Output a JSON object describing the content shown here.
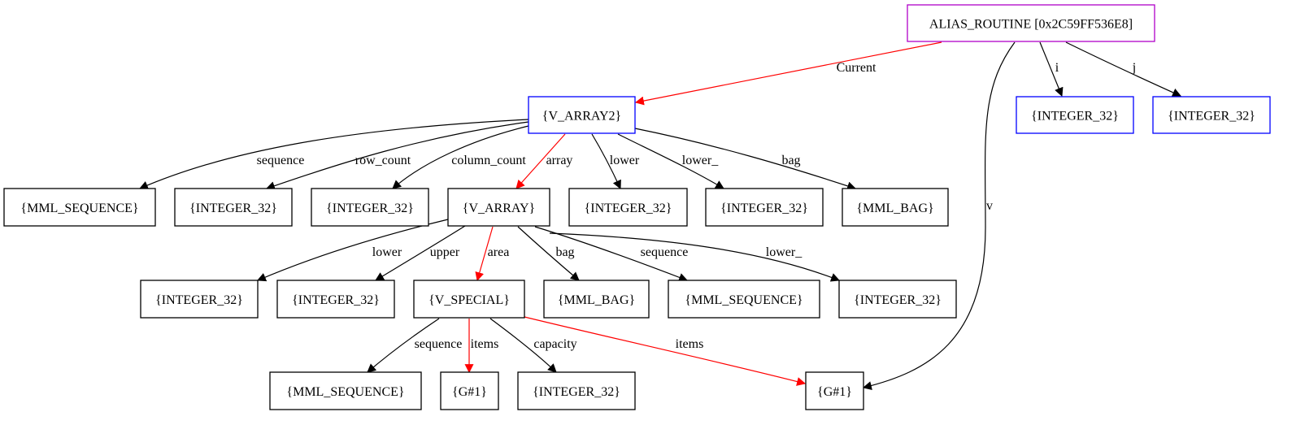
{
  "graph": {
    "colors": {
      "root": "#b000c8",
      "blue": "#0000ff",
      "black": "#000000",
      "red": "#ff0000"
    },
    "nodes": [
      {
        "id": "root",
        "label": "ALIAS_ROUTINE [0x2C59FF536E8]",
        "color": "root"
      },
      {
        "id": "varray2",
        "label": "{V_ARRAY2}",
        "color": "blue"
      },
      {
        "id": "int_i",
        "label": "{INTEGER_32}",
        "color": "blue"
      },
      {
        "id": "int_j",
        "label": "{INTEGER_32}",
        "color": "blue"
      },
      {
        "id": "seq1",
        "label": "{MML_SEQUENCE}",
        "color": "black"
      },
      {
        "id": "rowc",
        "label": "{INTEGER_32}",
        "color": "black"
      },
      {
        "id": "colc",
        "label": "{INTEGER_32}",
        "color": "black"
      },
      {
        "id": "varray",
        "label": "{V_ARRAY}",
        "color": "black"
      },
      {
        "id": "lower1",
        "label": "{INTEGER_32}",
        "color": "black"
      },
      {
        "id": "lower_1",
        "label": "{INTEGER_32}",
        "color": "black"
      },
      {
        "id": "bag1",
        "label": "{MML_BAG}",
        "color": "black"
      },
      {
        "id": "lower2",
        "label": "{INTEGER_32}",
        "color": "black"
      },
      {
        "id": "upper2",
        "label": "{INTEGER_32}",
        "color": "black"
      },
      {
        "id": "vspecial",
        "label": "{V_SPECIAL}",
        "color": "black"
      },
      {
        "id": "bag2",
        "label": "{MML_BAG}",
        "color": "black"
      },
      {
        "id": "seq2",
        "label": "{MML_SEQUENCE}",
        "color": "black"
      },
      {
        "id": "lower_2",
        "label": "{INTEGER_32}",
        "color": "black"
      },
      {
        "id": "seq3",
        "label": "{MML_SEQUENCE}",
        "color": "black"
      },
      {
        "id": "g1a",
        "label": "{G#1}",
        "color": "black"
      },
      {
        "id": "cap",
        "label": "{INTEGER_32}",
        "color": "black"
      },
      {
        "id": "g1b",
        "label": "{G#1}",
        "color": "black"
      }
    ],
    "edges": [
      {
        "id": "e-current",
        "from": "root",
        "to": "varray2",
        "label": "Current",
        "color": "red"
      },
      {
        "id": "e-i",
        "from": "root",
        "to": "int_i",
        "label": "i",
        "color": "black"
      },
      {
        "id": "e-j",
        "from": "root",
        "to": "int_j",
        "label": "j",
        "color": "black"
      },
      {
        "id": "e-v",
        "from": "root",
        "to": "g1b",
        "label": "v",
        "color": "black"
      },
      {
        "id": "e-sequence1",
        "from": "varray2",
        "to": "seq1",
        "label": "sequence",
        "color": "black"
      },
      {
        "id": "e-row-count",
        "from": "varray2",
        "to": "rowc",
        "label": "row_count",
        "color": "black"
      },
      {
        "id": "e-column-count",
        "from": "varray2",
        "to": "colc",
        "label": "column_count",
        "color": "black"
      },
      {
        "id": "e-array",
        "from": "varray2",
        "to": "varray",
        "label": "array",
        "color": "red"
      },
      {
        "id": "e-lower1",
        "from": "varray2",
        "to": "lower1",
        "label": "lower",
        "color": "black"
      },
      {
        "id": "e-lower_1",
        "from": "varray2",
        "to": "lower_1",
        "label": "lower_",
        "color": "black"
      },
      {
        "id": "e-bag1",
        "from": "varray2",
        "to": "bag1",
        "label": "bag",
        "color": "black"
      },
      {
        "id": "e-lower2",
        "from": "varray",
        "to": "lower2",
        "label": "lower",
        "color": "black"
      },
      {
        "id": "e-upper2",
        "from": "varray",
        "to": "upper2",
        "label": "upper",
        "color": "black"
      },
      {
        "id": "e-area",
        "from": "varray",
        "to": "vspecial",
        "label": "area",
        "color": "red"
      },
      {
        "id": "e-bag2",
        "from": "varray",
        "to": "bag2",
        "label": "bag",
        "color": "black"
      },
      {
        "id": "e-sequence2",
        "from": "varray",
        "to": "seq2",
        "label": "sequence",
        "color": "black"
      },
      {
        "id": "e-lower_2",
        "from": "varray",
        "to": "lower_2",
        "label": "lower_",
        "color": "black"
      },
      {
        "id": "e-sequence3",
        "from": "vspecial",
        "to": "seq3",
        "label": "sequence",
        "color": "black"
      },
      {
        "id": "e-items1",
        "from": "vspecial",
        "to": "g1a",
        "label": "items",
        "color": "red"
      },
      {
        "id": "e-capacity",
        "from": "vspecial",
        "to": "cap",
        "label": "capacity",
        "color": "black"
      },
      {
        "id": "e-items2",
        "from": "vspecial",
        "to": "g1b",
        "label": "items",
        "color": "red"
      }
    ]
  }
}
